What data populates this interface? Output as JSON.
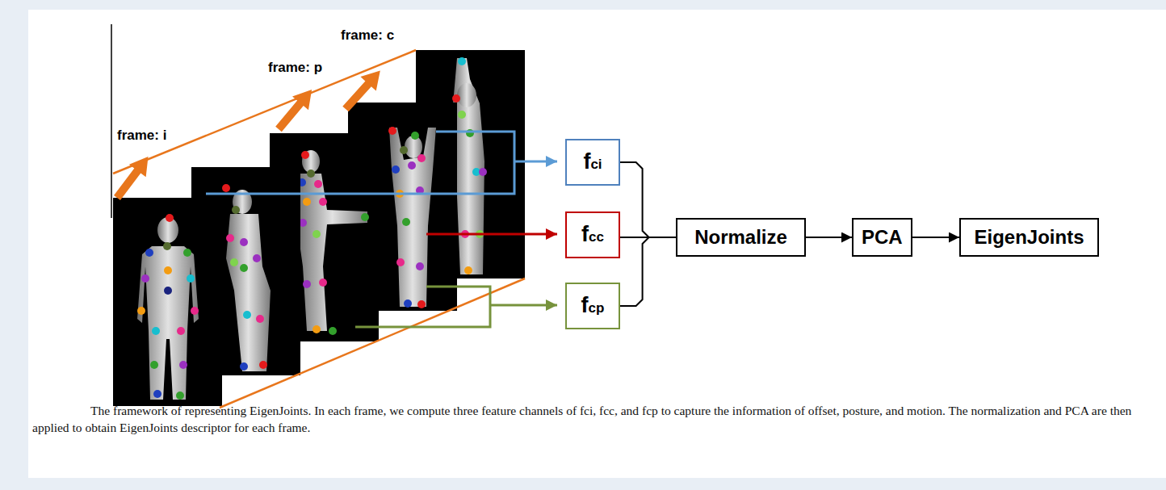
{
  "diagram": {
    "caption": "The framework of representing EigenJoints. In each frame, we compute three feature channels of fci, fcc, and fcp to capture the information of offset, posture, and motion. The normalization and PCA are then applied to obtain EigenJoints descriptor for each frame.",
    "nodes": [
      {
        "text": [
          "fci"
        ]
      },
      {
        "text": [
          "fcc"
        ]
      },
      {
        "text": [
          "fcp"
        ]
      },
      {
        "text": [
          "Normalize"
        ]
      },
      {
        "text": [
          "PCA"
        ]
      },
      {
        "text": [
          "EigenJoints"
        ]
      }
    ],
    "edges": [
      {
        "from": 0,
        "to": 3,
        "arrow": "none"
      },
      {
        "from": 1,
        "to": 3,
        "arrow": "none"
      },
      {
        "from": 2,
        "to": 3,
        "arrow": "none"
      },
      {
        "from": 3,
        "to": 4,
        "arrow": "to"
      },
      {
        "from": 4,
        "to": 5,
        "arrow": "to"
      }
    ],
    "labels": [
      "frame: i",
      "frame: p",
      "frame: c"
    ]
  }
}
